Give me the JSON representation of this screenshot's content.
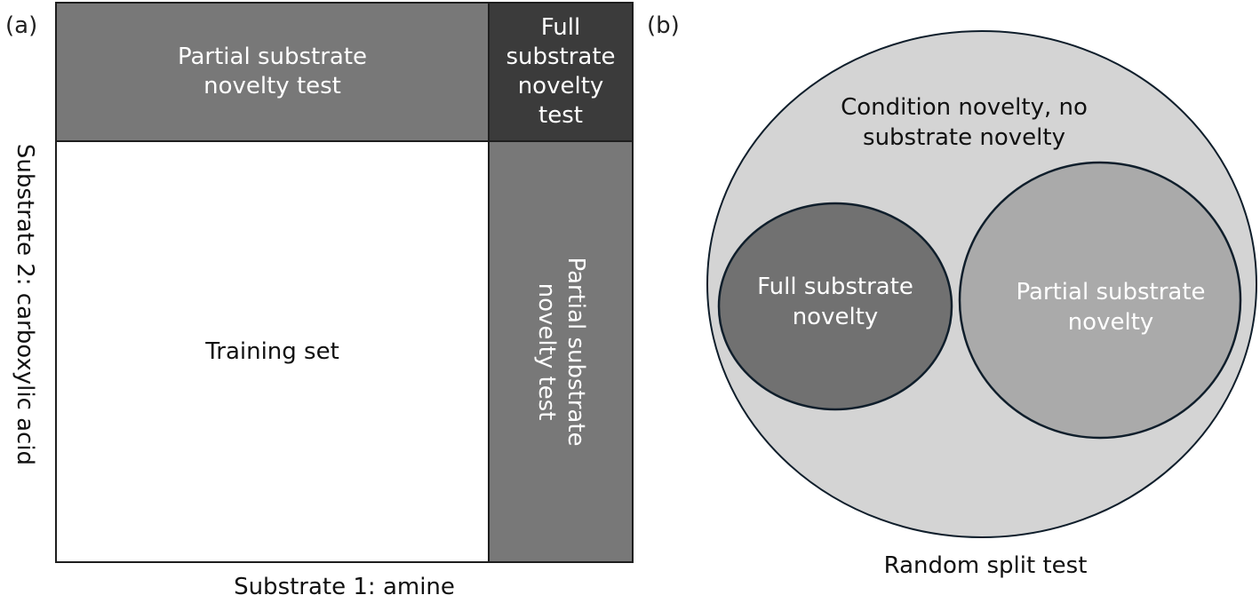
{
  "panel_a": {
    "label": "(a)",
    "partial_top_lines": [
      "Partial substrate",
      "novelty test"
    ],
    "full_lines": [
      "Full",
      "substrate",
      "novelty",
      "test"
    ],
    "training": "Training set",
    "partial_right_lines": [
      "Partial substrate",
      "novelty test"
    ],
    "y_axis": "Substrate 2: carboxylic acid",
    "x_axis": "Substrate 1: amine"
  },
  "panel_b": {
    "label": "(b)",
    "outer_lines": [
      "Condition novelty, no",
      "substrate novelty"
    ],
    "full_lines": [
      "Full substrate",
      "novelty"
    ],
    "partial_lines": [
      "Partial substrate",
      "novelty"
    ],
    "caption": "Random split test"
  },
  "colors": {
    "full": "#3b3b3b",
    "partial": "#787878",
    "venn_outer": "#d4d4d4",
    "venn_full": "#717171",
    "venn_partial": "#aaaaaa",
    "venn_stroke": "#0f1e2b"
  }
}
